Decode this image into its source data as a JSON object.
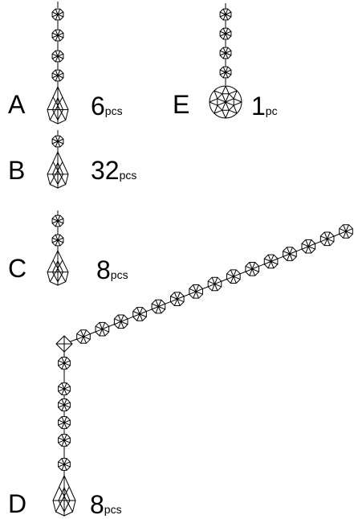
{
  "items": [
    {
      "letter": "A",
      "qty": "6",
      "unit": "pcs"
    },
    {
      "letter": "B",
      "qty": "32",
      "unit": "pcs"
    },
    {
      "letter": "C",
      "qty": "8",
      "unit": "pcs"
    },
    {
      "letter": "D",
      "qty": "8",
      "unit": "pcs"
    },
    {
      "letter": "E",
      "qty": "1",
      "unit": "pc"
    }
  ]
}
